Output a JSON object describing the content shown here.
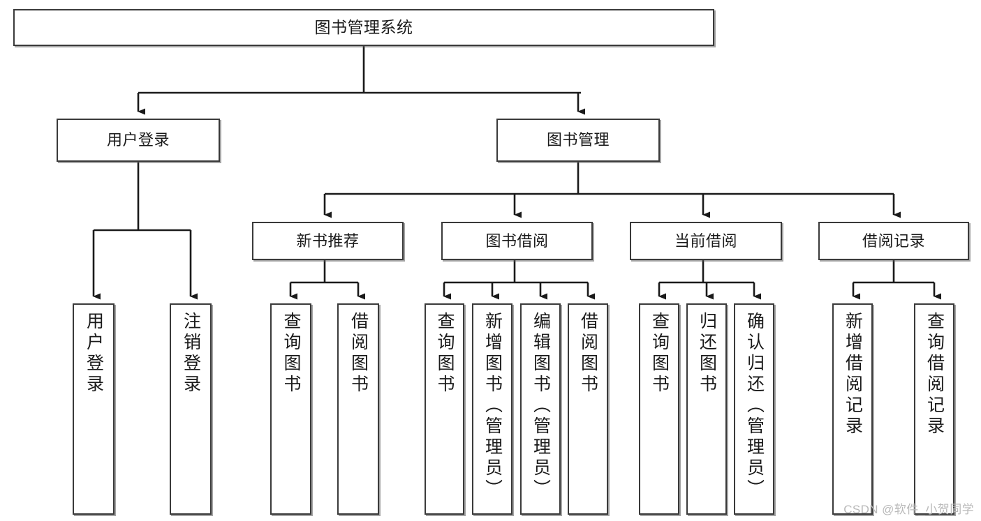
{
  "diagram": {
    "type": "tree-hierarchy",
    "title": "图书管理系统",
    "root": {
      "label": "图书管理系统"
    },
    "level2": [
      {
        "label": "用户登录"
      },
      {
        "label": "图书管理"
      }
    ],
    "level3": [
      {
        "label": "新书推荐"
      },
      {
        "label": "图书借阅"
      },
      {
        "label": "当前借阅"
      },
      {
        "label": "借阅记录"
      }
    ],
    "leaves": {
      "user_login": [
        {
          "label": "用户登录"
        },
        {
          "label": "注销登录"
        }
      ],
      "new_book_recommend": [
        {
          "label": "查询图书"
        },
        {
          "label": "借阅图书"
        }
      ],
      "book_borrow": [
        {
          "label": "查询图书"
        },
        {
          "label": "新增图书（管理员）"
        },
        {
          "label": "编辑图书（管理员）"
        },
        {
          "label": "借阅图书"
        }
      ],
      "current_borrow": [
        {
          "label": "查询图书"
        },
        {
          "label": "归还图书"
        },
        {
          "label": "确认归还（管理员）"
        }
      ],
      "borrow_record": [
        {
          "label": "新增借阅记录"
        },
        {
          "label": "查询借阅记录"
        }
      ]
    }
  },
  "watermark": {
    "text": "CSDN @软件_小贺同学"
  },
  "colors": {
    "box_border": "#3a3a3a",
    "box_fill": "#ffffff",
    "connector": "#1a1a1a",
    "text": "#1a1a1a",
    "watermark": "#b9b9b9"
  }
}
